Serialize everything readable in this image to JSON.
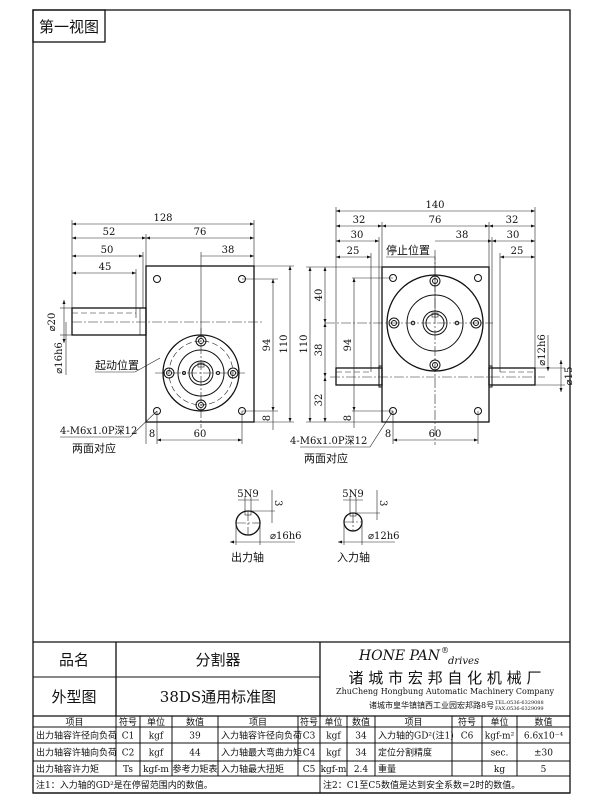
{
  "view_title": "第一视图",
  "left_view": {
    "dims": {
      "overall": "128",
      "left": "52",
      "right": "76",
      "shaft_len1": "50",
      "shaft_len2": "45",
      "center_offset": "38",
      "hole_pitch_v": "94",
      "height": "110",
      "edge_v": "8",
      "edge_h": "8",
      "hole_pitch_h": "60",
      "shaft_dia": "⌀20",
      "shaft_fit": "⌀16h6"
    },
    "callout_start": "起动位置",
    "callout_holes": "4-M6x1.0P深12",
    "callout_holes2": "两面对应"
  },
  "right_view": {
    "dims": {
      "overall": "140",
      "left": "32",
      "mid": "76",
      "right": "32",
      "l30": "30",
      "c38": "38",
      "r30": "30",
      "l25": "25",
      "r25": "25",
      "height": "110",
      "top": "40",
      "mid_v": "38",
      "bottom": "32",
      "hole_pitch_v": "94",
      "edge_v": "8",
      "edge_h": "8",
      "hole_pitch_h": "60",
      "shaft_fit": "⌀12h6",
      "shaft_dia": "⌀15"
    },
    "callout_stop": "停止位置",
    "callout_holes": "4-M6x1.0P深12",
    "callout_holes2": "两面对应"
  },
  "sections": [
    {
      "key": "5N9",
      "depth": "3",
      "dia": "⌀16h6",
      "label": "出力轴"
    },
    {
      "key": "5N9",
      "depth": "3",
      "dia": "⌀12h6",
      "label": "入力轴"
    }
  ],
  "title_block": {
    "name_label": "品名",
    "name_value": "分割器",
    "type_label": "外型图",
    "type_value": "38DS通用标准图",
    "brand": "HONE PAN",
    "brand_reg": "®",
    "brand_sub": "drives",
    "company_cn": "诸 城 市 宏 邦 自 化 机 械 厂",
    "company_en": "ZhuCheng Hongbung Automatic Machinery Company",
    "address": "诸城市皇华镇镇西工业园宏邦路8号",
    "tel": "TEL:0536-6329088",
    "fax": "FAX:0536-6329099"
  },
  "spec_table": {
    "headers": [
      "项目",
      "符号",
      "单位",
      "数值",
      "项目",
      "符号",
      "单位",
      "数值",
      "项目",
      "符号",
      "单位",
      "数值"
    ],
    "rows": [
      [
        "出力轴容许径向负荷",
        "C1",
        "kgf",
        "39",
        "入力轴容许径向负荷",
        "C3",
        "kgf",
        "34",
        "入力轴的GD²(注1)",
        "C6",
        "kgf-m²",
        "6.6x10⁻⁴"
      ],
      [
        "出力轴容许轴向负荷",
        "C2",
        "kgf",
        "44",
        "入力轴最大弯曲力矩",
        "C4",
        "kgf",
        "34",
        "定位分割精度",
        "",
        "sec.",
        "±30"
      ],
      [
        "出力轴容许力矩",
        "Ts",
        "kgf-m",
        "参考力矩表",
        "入力轴最大扭矩",
        "C5",
        "kgf-m",
        "2.4",
        "重量",
        "",
        "kg",
        "5"
      ]
    ],
    "note1": "注1：入力轴的GD²是在停留范围内的数值。",
    "note2": "注2：C1至C5数值是达到安全系数=2时的数值。"
  }
}
